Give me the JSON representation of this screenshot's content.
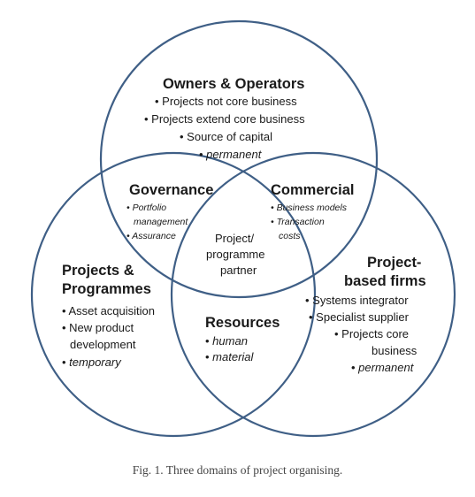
{
  "colors": {
    "circle_stroke": "#3f5f86",
    "text": "#1a1a1a"
  },
  "owners": {
    "title": "Owners & Operators",
    "items": [
      "• Projects not core business",
      "• Projects extend core business",
      "• Source of capital"
    ],
    "italic_item": "permanent"
  },
  "governance": {
    "title": "Governance",
    "items": [
      "• Portfolio",
      "management",
      "• Assurance"
    ]
  },
  "commercial": {
    "title": "Commercial",
    "items": [
      "• Business models",
      "• Transaction",
      "costs"
    ]
  },
  "center": {
    "lines": [
      "Project/",
      "programme",
      "partner"
    ]
  },
  "projects": {
    "title_lines": [
      "Projects &",
      "Programmes"
    ],
    "items": [
      "• Asset acquisition",
      "• New product",
      "development"
    ],
    "italic_item": "temporary"
  },
  "resources": {
    "title": "Resources",
    "items": [
      "human",
      "material"
    ]
  },
  "firms": {
    "title_lines": [
      "Project-",
      "based firms"
    ],
    "items": [
      "• Systems integrator",
      "• Specialist supplier",
      "• Projects core",
      "business"
    ],
    "italic_item": "permanent"
  },
  "caption": "Fig. 1. Three domains of project organising."
}
